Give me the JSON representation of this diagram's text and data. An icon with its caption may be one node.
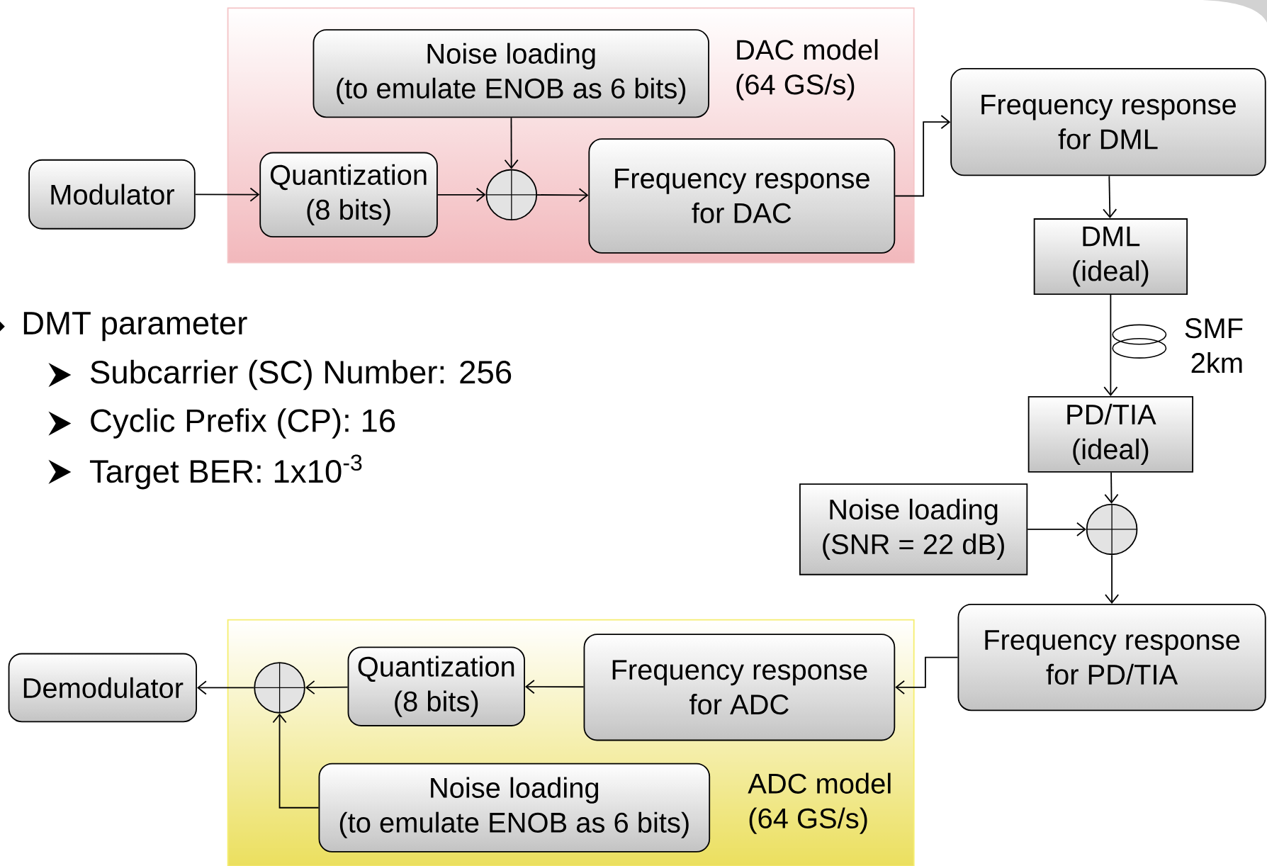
{
  "diagram": {
    "nodes": [
      {
        "text": [
          "DAC model",
          "(64 GS/s)"
        ]
      },
      {
        "text": [
          "Modulator"
        ]
      },
      {
        "text": [
          "Noise loading",
          "(to emulate ENOB as 6 bits)"
        ],
        "in": 0
      },
      {
        "text": [
          "Quantization",
          "(8 bits)"
        ],
        "in": 0
      },
      {
        "text": [],
        "shape": "circle",
        "in": 0
      },
      {
        "text": [
          "Frequency response for DAC"
        ],
        "in": 0
      },
      {
        "text": [
          "Frequency response for DML"
        ]
      },
      {
        "text": [
          "DML",
          "(ideal)"
        ]
      },
      {
        "text": [
          "PD/TIA",
          "(ideal)"
        ]
      },
      {
        "text": [
          "Noise loading",
          "(SNR = 22 dB)"
        ]
      },
      {
        "text": [],
        "shape": "circle"
      },
      {
        "text": [
          "Frequency response for PD/TIA"
        ]
      },
      {
        "text": [
          "ADC model",
          "(64 GS/s)"
        ]
      },
      {
        "text": [
          "Frequency response for ADC"
        ],
        "in": 12
      },
      {
        "text": [
          "Quantization",
          "(8 bits)"
        ],
        "in": 12
      },
      {
        "text": [],
        "shape": "circle",
        "in": 12
      },
      {
        "text": [
          "Noise loading",
          "(to emulate ENOB as 6 bits)"
        ],
        "in": 12
      },
      {
        "text": [
          "Demodulator"
        ]
      }
    ],
    "edges": [
      {
        "from": 1,
        "to": 3,
        "arrow": "to"
      },
      {
        "from": 3,
        "to": 4,
        "arrow": "to"
      },
      {
        "from": 2,
        "to": 4,
        "arrow": "to"
      },
      {
        "from": 4,
        "to": 5,
        "arrow": "to"
      },
      {
        "from": 5,
        "to": 6,
        "arrow": "to"
      },
      {
        "from": 6,
        "to": 7,
        "arrow": "to"
      },
      {
        "from": 7,
        "to": 8,
        "arrow": "to",
        "label": "SMF 2km"
      },
      {
        "from": 8,
        "to": 10,
        "arrow": "to"
      },
      {
        "from": 9,
        "to": 10,
        "arrow": "to"
      },
      {
        "from": 10,
        "to": 11,
        "arrow": "to"
      },
      {
        "from": 11,
        "to": 13,
        "arrow": "to"
      },
      {
        "from": 13,
        "to": 14,
        "arrow": "to"
      },
      {
        "from": 14,
        "to": 15,
        "arrow": "to"
      },
      {
        "from": 16,
        "to": 15,
        "arrow": "to"
      },
      {
        "from": 15,
        "to": 17,
        "arrow": "to"
      }
    ],
    "labels": [
      "DMT parameter",
      "Subcarrier (SC) Number: 256",
      "Cyclic Prefix (CP): 16",
      "Target BER: 1x10$^{-3}$"
    ]
  }
}
